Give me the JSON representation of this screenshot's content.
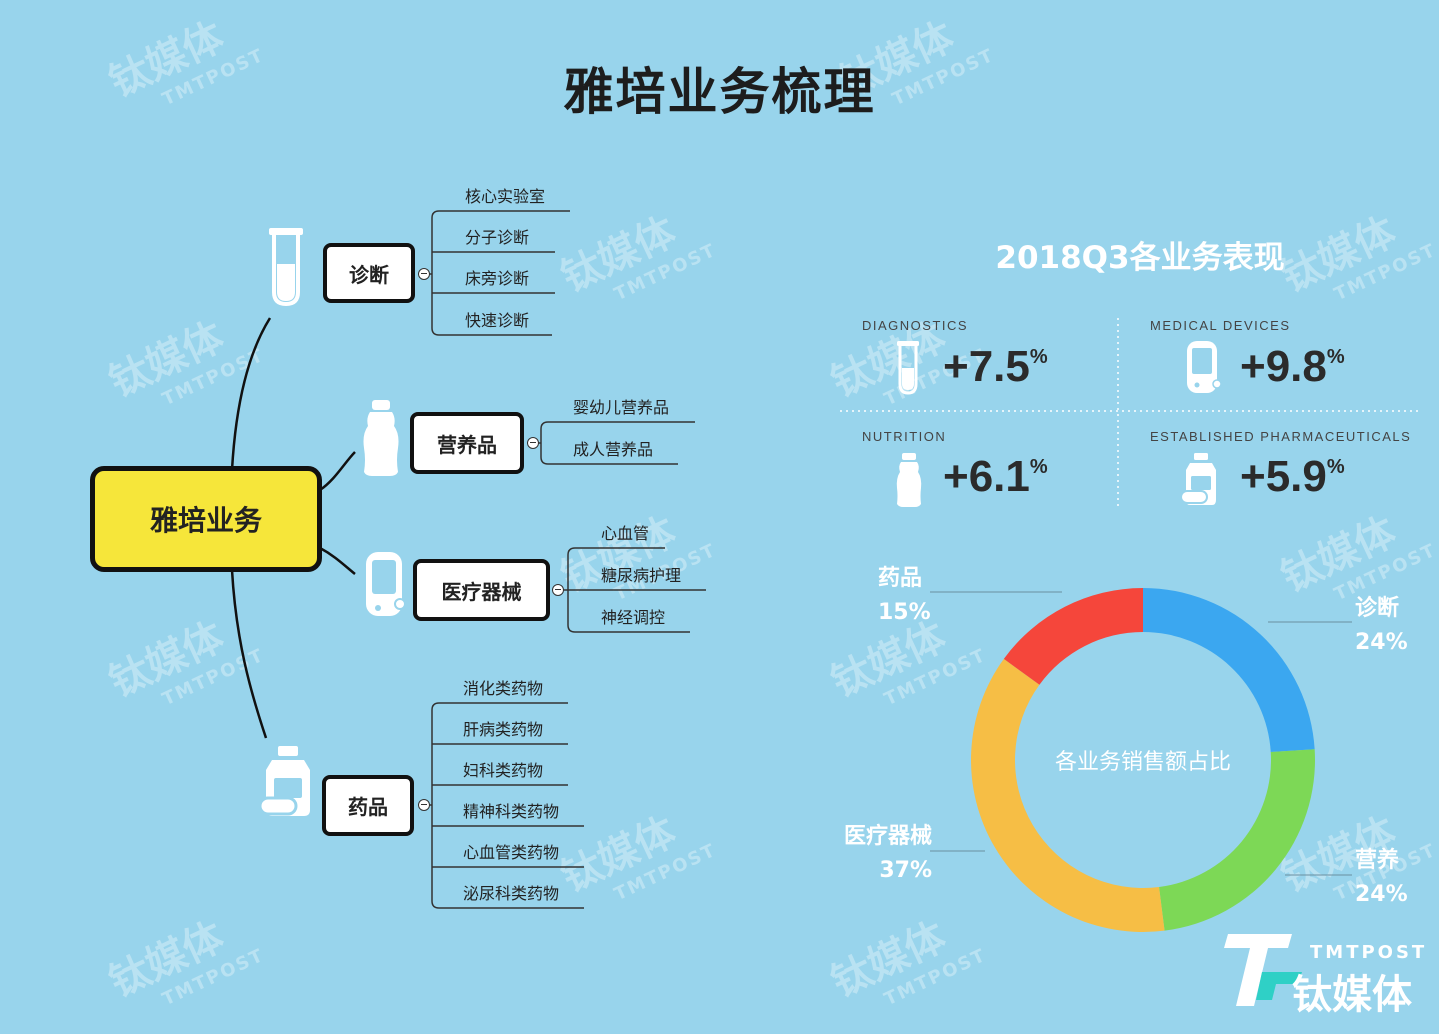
{
  "title": "雅培业务梳理",
  "mindmap": {
    "root": "雅培业务",
    "branches": [
      {
        "label": "诊断",
        "icon": "test-tube-icon",
        "children": [
          "核心实验室",
          "分子诊断",
          "床旁诊断",
          "快速诊断"
        ]
      },
      {
        "label": "营养品",
        "icon": "nutrition-bottle-icon",
        "children": [
          "婴幼儿营养品",
          "成人营养品"
        ]
      },
      {
        "label": "医疗器械",
        "icon": "glucose-meter-icon",
        "children": [
          "心血管",
          "糖尿病护理",
          "神经调控"
        ]
      },
      {
        "label": "药品",
        "icon": "medicine-bottle-icon",
        "children": [
          "消化类药物",
          "肝病类药物",
          "妇科类药物",
          "精神科类药物",
          "心血管类药物",
          "泌尿科类药物"
        ]
      }
    ]
  },
  "performance": {
    "title": "2018Q3各业务表现",
    "metrics": [
      {
        "label": "DIAGNOSTICS",
        "value": "+7.5",
        "unit": "%",
        "icon": "test-tube-icon"
      },
      {
        "label": "MEDICAL DEVICES",
        "value": "+9.8",
        "unit": "%",
        "icon": "glucose-meter-icon"
      },
      {
        "label": "NUTRITION",
        "value": "+6.1",
        "unit": "%",
        "icon": "nutrition-bottle-icon"
      },
      {
        "label": "ESTABLISHED PHARMACEUTICALS",
        "value": "+5.9",
        "unit": "%",
        "icon": "medicine-bottle-icon"
      }
    ]
  },
  "chart_data": {
    "type": "pie",
    "title": "各业务销售额占比",
    "slices": [
      {
        "name": "诊断",
        "value": 24,
        "label": "24%",
        "color": "#3ba7f0"
      },
      {
        "name": "营养",
        "value": 24,
        "label": "24%",
        "color": "#7dd856"
      },
      {
        "name": "医疗器械",
        "value": 37,
        "label": "37%",
        "color": "#f6be45"
      },
      {
        "name": "药品",
        "value": 15,
        "label": "15%",
        "color": "#f5463b"
      }
    ],
    "start": "top, clockwise"
  },
  "watermark": {
    "cn": "钛媒体",
    "en": "TMTPOST"
  },
  "logo": {
    "en": "TMTPOST",
    "cn": "钛媒体"
  },
  "colors": {
    "background": "#98d4ec",
    "root": "#f6e63a"
  }
}
